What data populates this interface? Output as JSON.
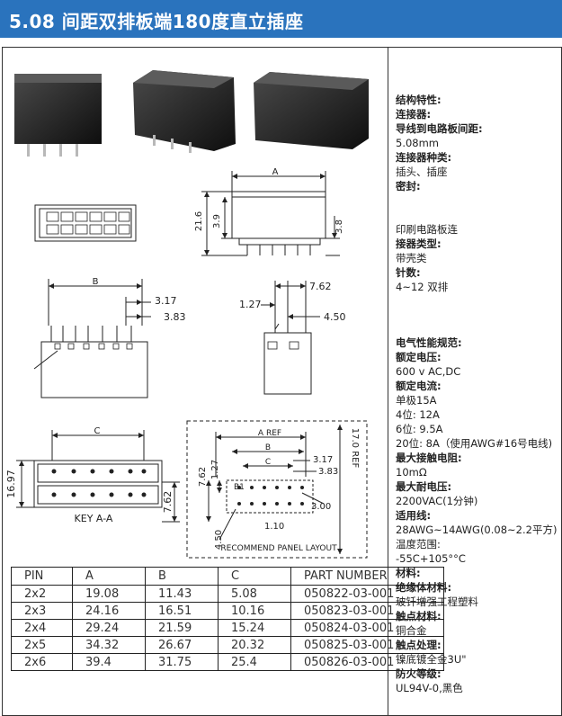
{
  "header": {
    "title": "5.08 间距双排板端180度直立插座"
  },
  "drawing": {
    "dim_A": "A",
    "dim_B": "B",
    "dim_C": "C",
    "dim_21_6": "21.6",
    "dim_3_9": "3.9",
    "dim_3_8": "3.8",
    "dim_3_17": "3.17",
    "dim_3_83": "3.83",
    "dim_7_62": "7.62",
    "dim_1_27": "1.27",
    "dim_4_50": "4.50",
    "dim_16_97": "16.97",
    "key_label": "KEY A-A",
    "dim_7_62b": "7.62",
    "panel_A_ref": "A REF",
    "panel_17_ref": "17.0 REF",
    "panel_B": "B",
    "panel_C": "C",
    "panel_3_17": "3.17",
    "panel_3_83": "3.83",
    "panel_7_62": "7.62",
    "panel_1_27": "1.27",
    "panel_3_00": "3.00",
    "panel_1_10": "1.10",
    "panel_4_50": "4.50",
    "panel_B1": "B1",
    "panel_label": "RECOMMEND PANEL LAYOUT"
  },
  "table": {
    "headers": [
      "PIN",
      "A",
      "B",
      "C",
      "PART NUMBER"
    ],
    "rows": [
      [
        "2x2",
        "19.08",
        "11.43",
        "5.08",
        "050822-03-001"
      ],
      [
        "2x3",
        "24.16",
        "16.51",
        "10.16",
        "050823-03-001"
      ],
      [
        "2x4",
        "29.24",
        "21.59",
        "15.24",
        "050824-03-001"
      ],
      [
        "2x5",
        "34.32",
        "26.67",
        "20.32",
        "050825-03-001"
      ],
      [
        "2x6",
        "39.4",
        "31.75",
        "25.4",
        "050826-03-001"
      ]
    ]
  },
  "specs": [
    {
      "label": "结构特性:"
    },
    {
      "label": "连接器:"
    },
    {
      "label": "导线到电路板间距:"
    },
    {
      "value": "5.08mm"
    },
    {
      "label": "连接器种类:"
    },
    {
      "value": "插头、插座"
    },
    {
      "label": "密封:"
    },
    {
      "gap": 1
    },
    {
      "value": "印刷电路板连"
    },
    {
      "label": "接器类型:"
    },
    {
      "value": "带壳类"
    },
    {
      "label": "针数:"
    },
    {
      "value": "4~12 双排"
    },
    {
      "gap": 2
    },
    {
      "label": "电气性能规范:"
    },
    {
      "label": "额定电压:"
    },
    {
      "value": "600 v AC,DC"
    },
    {
      "label": "额定电流:"
    },
    {
      "value": "单极15A"
    },
    {
      "value": "4位: 12A"
    },
    {
      "value": "6位: 9.5A"
    },
    {
      "value": "20位: 8A（使用AWG#16号电线)"
    },
    {
      "label": "最大接触电阻:"
    },
    {
      "value": "10mΩ"
    },
    {
      "label": "最大耐电压:"
    },
    {
      "value": "2200VAC(1分钟)"
    },
    {
      "label": "适用线:"
    },
    {
      "value": "28AWG~14AWG(0.08~2.2平方)温度范围:"
    },
    {
      "value": "-55C+105°°C"
    },
    {
      "label": "材料:"
    },
    {
      "label": "绝缘体材料:"
    },
    {
      "value": "玻钎增强工程塑料"
    },
    {
      "label": "触点材料:"
    },
    {
      "value": "铜合金"
    },
    {
      "label": "触点处理:"
    },
    {
      "value": "镍底镀全金3U\""
    },
    {
      "label": "防火等级:"
    },
    {
      "value": "UL94V-0,黑色"
    }
  ]
}
